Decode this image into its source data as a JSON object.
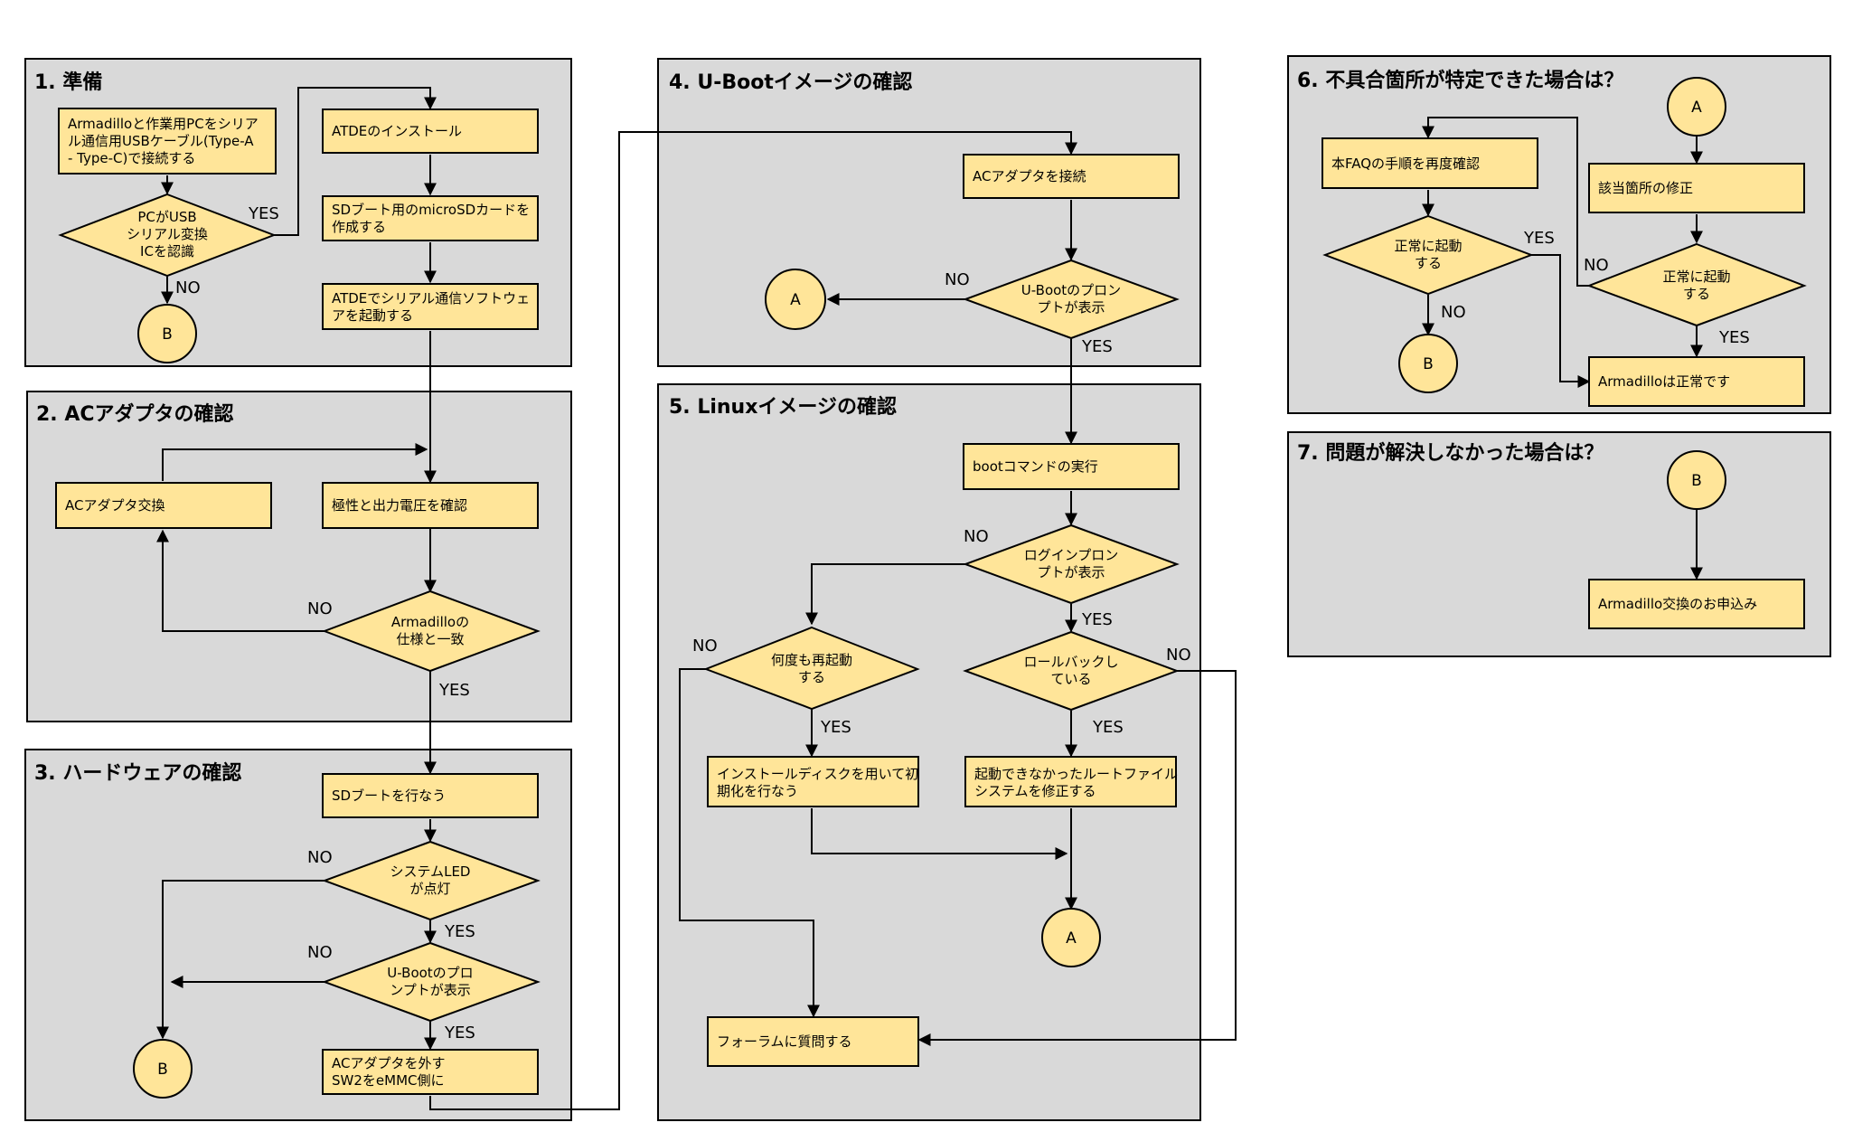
{
  "colors": {
    "panel": "#d9d9d9",
    "node": "#ffe599",
    "line": "#000000"
  },
  "sections": {
    "s1": "1.  準備",
    "s2": "2.  ACアダプタの確認",
    "s3": "3.  ハードウェアの確認",
    "s4": "4.  U-Bootイメージの確認",
    "s5": "5.  Linuxイメージの確認",
    "s6": "6. 不具合箇所が特定できた場合は？",
    "s7": "7. 問題が解決しなかった場合は？"
  },
  "nodes": {
    "n1a": [
      "Armadilloと作業用PCをシリア",
      "ル通信用USBケーブル(Type-A",
      "- Type-C)で接続する"
    ],
    "n1b": [
      "PCがUSB",
      "シリアル変換",
      "ICを認識"
    ],
    "n1c": [
      "ATDEのインストール"
    ],
    "n1d": [
      "SDブート用のmicroSDカードを",
      "作成する"
    ],
    "n1e": [
      "ATDEでシリアル通信ソフトウェ",
      "アを起動する"
    ],
    "n2a": [
      "ACアダプタ交換"
    ],
    "n2b": [
      "極性と出力電圧を確認"
    ],
    "n2c": [
      "Armadilloの",
      "仕様と一致"
    ],
    "n3a": [
      "SDブートを行なう"
    ],
    "n3b": [
      "システムLED",
      "が点灯"
    ],
    "n3c": [
      "U-Bootのプロ",
      "ンプトが表示"
    ],
    "n3d": [
      "ACアダプタを外す",
      "SW2をeMMC側に"
    ],
    "n4a": [
      "ACアダプタを接続"
    ],
    "n4b": [
      "U-Bootのプロン",
      "プトが表示"
    ],
    "n5a": [
      "bootコマンドの実行"
    ],
    "n5b": [
      "ログインプロン",
      "プトが表示"
    ],
    "n5c": [
      "何度も再起動",
      "する"
    ],
    "n5d": [
      "ロールバックし",
      "ている"
    ],
    "n5e": [
      "インストールディスクを用いて初",
      "期化を行なう"
    ],
    "n5f": [
      "起動できなかったルートファイル",
      "システムを修正する"
    ],
    "n5g": [
      "フォーラムに質問する"
    ],
    "n6a": [
      "本FAQの手順を再度確認"
    ],
    "n6b": [
      "正常に起動",
      "する"
    ],
    "n6c": [
      "該当箇所の修正"
    ],
    "n6d": [
      "正常に起動",
      "する"
    ],
    "n6e": [
      "Armadilloは正常です"
    ],
    "n7a": [
      "Armadillo交換のお申込み"
    ]
  },
  "connectors": {
    "c1": "B",
    "c3": "B",
    "c4": "A",
    "c5": "A",
    "c6a": "A",
    "c6b": "B",
    "c7": "B"
  },
  "edge_labels": {
    "e1yes": "YES",
    "e1no": "NO",
    "e2no": "NO",
    "e2yes": "YES",
    "e3no1": "NO",
    "e3yes1": "YES",
    "e3no2": "NO",
    "e3yes2": "YES",
    "e4no": "NO",
    "e4yes": "YES",
    "e5no1": "NO",
    "e5yes1": "YES",
    "e5no2": "NO",
    "e5yes2": "YES",
    "e5no3": "NO",
    "e5yes3": "YES",
    "e6yes1": "YES",
    "e6no1": "NO",
    "e6no2": "NO",
    "e6yes2": "YES"
  }
}
